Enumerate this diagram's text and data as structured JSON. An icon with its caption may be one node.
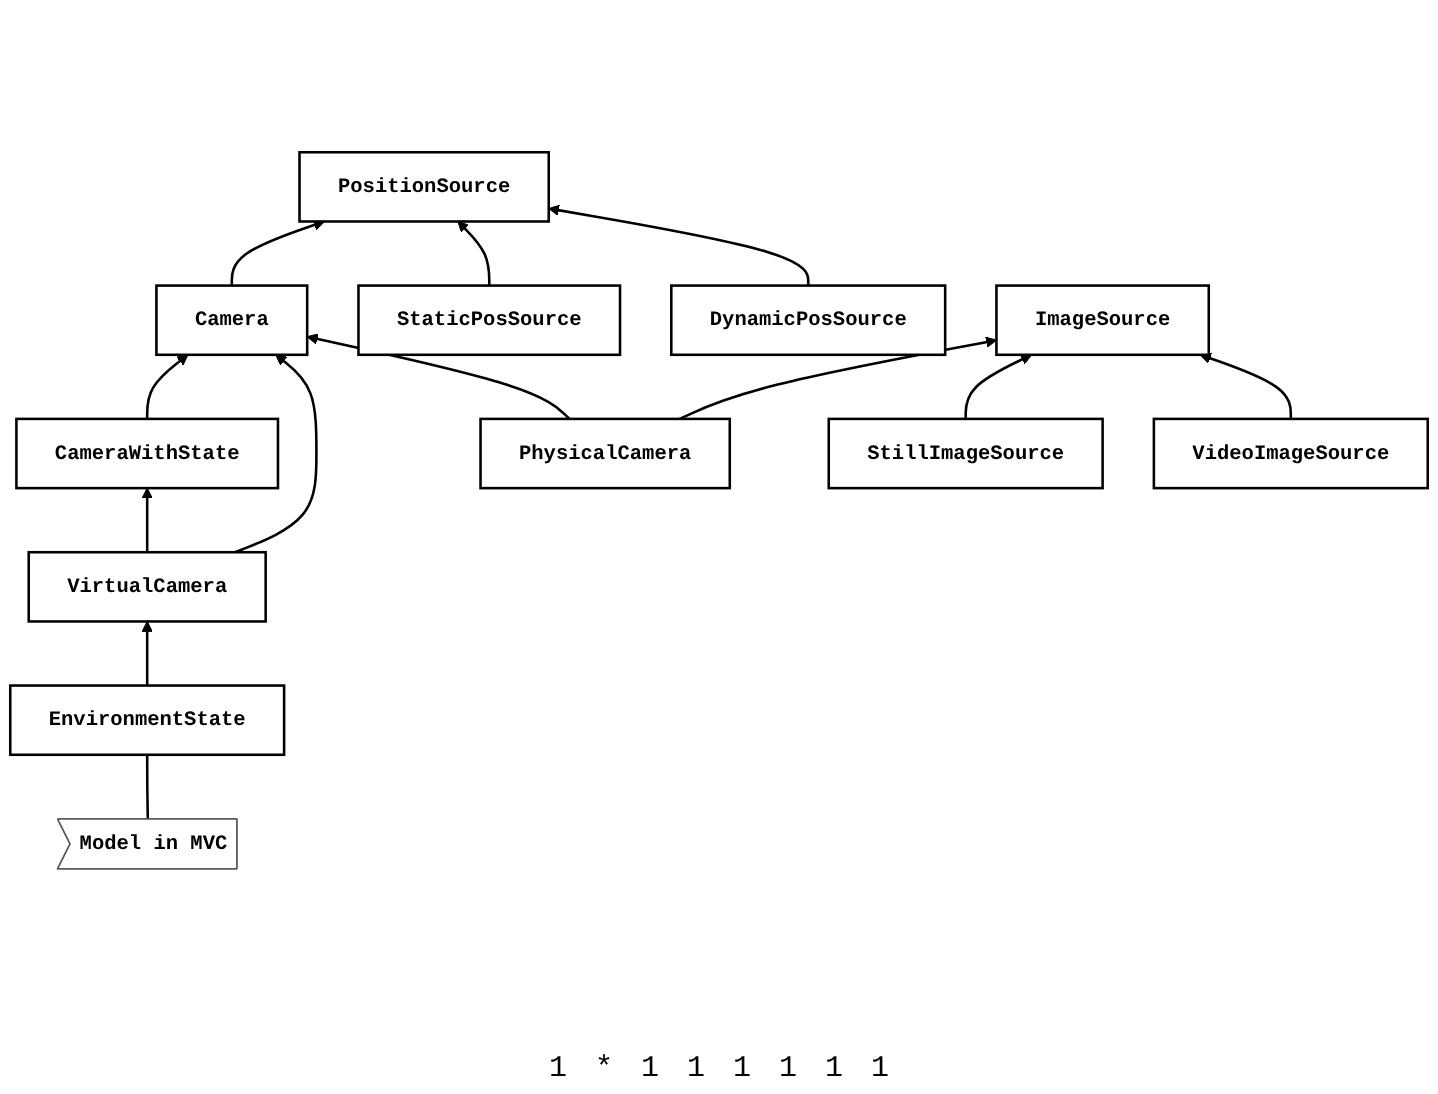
{
  "diagram": {
    "nodes": [
      {
        "text": [
          "CameraWithState"
        ]
      },
      {
        "text": [
          "Camera"
        ]
      },
      {
        "text": [
          "PositionSource"
        ]
      },
      {
        "text": [
          "VirtualCamera"
        ]
      },
      {
        "text": [
          "PhysicalCamera"
        ]
      },
      {
        "text": [
          "ImageSource"
        ]
      },
      {
        "text": [
          "EnvironmentState"
        ]
      },
      {
        "text": [
          "Model in MVC"
        ]
      },
      {
        "text": [
          "StillImageSource"
        ]
      },
      {
        "text": [
          "VideoImageSource"
        ]
      },
      {
        "text": [
          "StaticPosSource"
        ]
      },
      {
        "text": [
          "DynamicPosSource"
        ]
      }
    ],
    "edges": [
      {
        "from": 0,
        "to": 1,
        "arrow": "to"
      },
      {
        "from": 3,
        "to": 0,
        "arrow": "to"
      },
      {
        "from": 1,
        "to": 2,
        "arrow": "to"
      },
      {
        "from": 4,
        "to": 5,
        "arrow": "to"
      },
      {
        "from": 3,
        "to": 1,
        "arrow": "to"
      },
      {
        "from": 4,
        "to": 1,
        "arrow": "to"
      },
      {
        "from": 6,
        "to": 3,
        "arrow": "to"
      },
      {
        "from": 7,
        "to": 6,
        "arrow": "none"
      },
      {
        "from": 8,
        "to": 5,
        "arrow": "to"
      },
      {
        "from": 9,
        "to": 5,
        "arrow": "to"
      },
      {
        "from": 10,
        "to": 2,
        "arrow": "to"
      },
      {
        "from": 11,
        "to": 2,
        "arrow": "to"
      }
    ],
    "labels": [
      "1",
      "*",
      "1",
      "1",
      "1",
      "1",
      "1",
      "1"
    ]
  }
}
